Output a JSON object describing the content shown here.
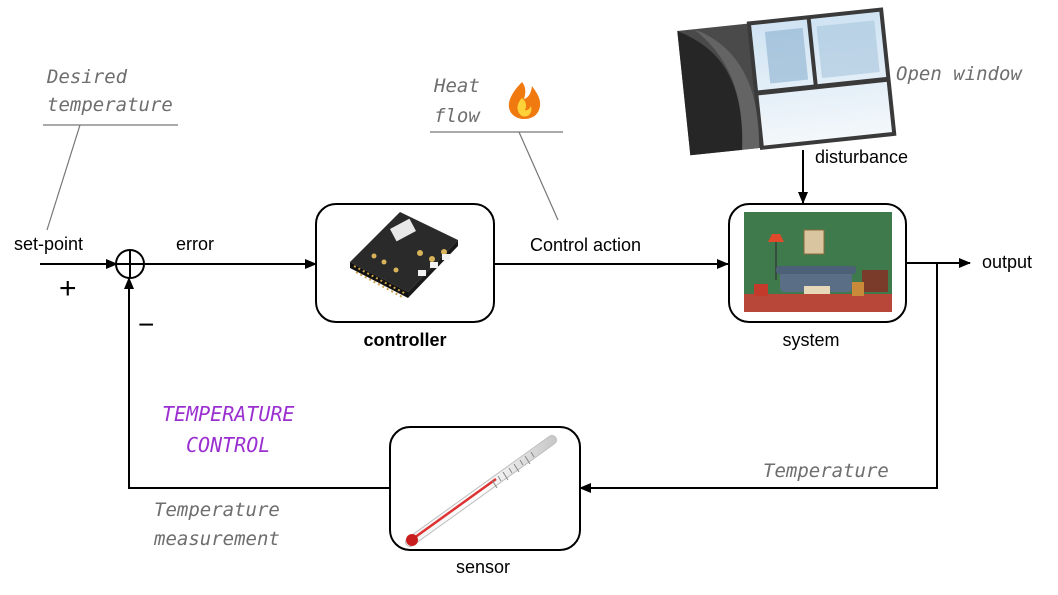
{
  "labels": {
    "set_point": "set-point",
    "error": "error",
    "control_action": "Control action",
    "output": "output",
    "disturbance": "disturbance",
    "controller": "controller",
    "system": "system",
    "sensor": "sensor",
    "plus": "+",
    "minus": "−"
  },
  "annotations": {
    "desired_temperature_line1": "Desired",
    "desired_temperature_line2": "temperature",
    "heat_flow_line1": "Heat",
    "heat_flow_line2": "flow",
    "open_window": "Open window",
    "temperature": "Temperature",
    "temperature_measurement_line1": "Temperature",
    "temperature_measurement_line2": "measurement",
    "title_line1": "TEMPERATURE",
    "title_line2": "CONTROL"
  },
  "colors": {
    "title": "#9b30d0",
    "annotation": "#6e6e6e",
    "room_wall": "#3e7a4c",
    "flame": "#f07a10"
  },
  "icons": {
    "controller": "circuit-board-icon",
    "system": "living-room-photo",
    "sensor": "thermometer-icon",
    "disturbance": "open-window-photo",
    "heat": "flame-icon"
  }
}
